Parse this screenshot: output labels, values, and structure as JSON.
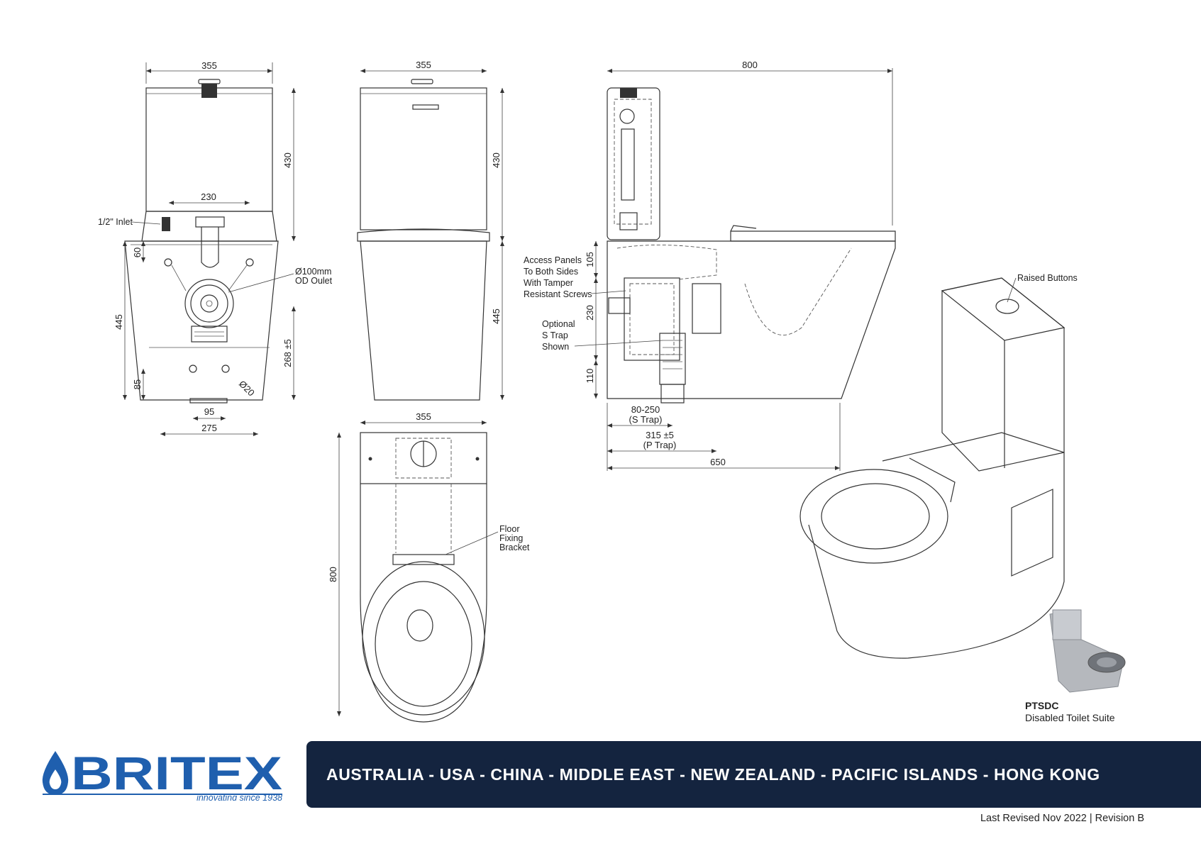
{
  "front_view": {
    "width_top": "355",
    "cistern_height": "430",
    "inlet_spacing": "230",
    "inlet_label": "1/2\" Inlet",
    "dim_60": "60",
    "outlet_label_1": "Ø100mm",
    "outlet_label_2": "OD Oulet",
    "pan_height": "445",
    "outlet_height": "268 ±5",
    "dim_85": "85",
    "hole_dia": "Ø20",
    "base_95": "95",
    "base_275": "275"
  },
  "side_view": {
    "width_top": "355",
    "cistern_height": "430",
    "pan_height": "445"
  },
  "top_view": {
    "width": "355",
    "length": "800",
    "bracket_label": [
      "Floor",
      "Fixing",
      "Bracket"
    ]
  },
  "section_view": {
    "total_length": "800",
    "access_label": [
      "Access Panels",
      "To Both Sides",
      "With Tamper",
      "Resistant Screws"
    ],
    "strap_label": [
      "Optional",
      "S Trap",
      "Shown"
    ],
    "dim_105": "105",
    "dim_230": "230",
    "dim_110": "110",
    "strap_range": "80-250",
    "strap_note": "(S Trap)",
    "ptrap_dim": "315 ±5",
    "ptrap_note": "(P Trap)",
    "pan_length": "650"
  },
  "iso_view": {
    "buttons_label": "Raised Buttons"
  },
  "product": {
    "code": "PTSDC",
    "name": "Disabled Toilet Suite"
  },
  "footer": {
    "brand": "BRITEX",
    "tagline": "innovating since 1938",
    "regions": "AUSTRALIA - USA - CHINA - MIDDLE EAST - NEW ZEALAND - PACIFIC ISLANDS - HONG KONG",
    "revision": "Last Revised Nov 2022 | Revision B"
  },
  "colors": {
    "banner": "#14243f",
    "brand_blue": "#1f5fae",
    "line": "#333333"
  }
}
